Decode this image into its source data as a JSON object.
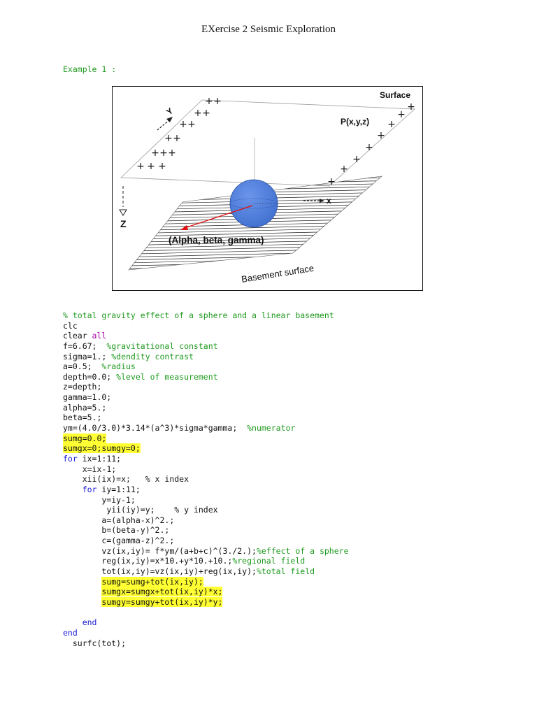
{
  "document": {
    "title": "EXercise 2 Seismic Exploration",
    "example_label": "Example 1 :"
  },
  "figure": {
    "surface_label": "Surface",
    "point_label": "P(x,y,z)",
    "y_axis_label": "Y",
    "x_axis_label": "x",
    "z_axis_label": "Z",
    "angles_label": "(Alpha, beta, gamma)",
    "basement_label": "Basement surface",
    "colors": {
      "sphere": "#4f7fe0",
      "arrow": "#e01010",
      "hatch": "#222222"
    }
  },
  "code": {
    "lines": [
      {
        "pre": "",
        "code": "",
        "kw": "",
        "str": "",
        "comment": "% total gravity effect of a sphere and a linear basement",
        "hl": false
      },
      {
        "pre": "",
        "code": "clc",
        "kw": "",
        "str": "",
        "comment": "",
        "hl": false
      },
      {
        "pre": "",
        "code": "clear ",
        "kw": "",
        "str": "all",
        "comment": "",
        "hl": false
      },
      {
        "pre": "",
        "code": "f=6.67;  ",
        "kw": "",
        "str": "",
        "comment": "%gravitational constant",
        "hl": false
      },
      {
        "pre": "",
        "code": "sigma=1.; ",
        "kw": "",
        "str": "",
        "comment": "%dendity contrast",
        "hl": false
      },
      {
        "pre": "",
        "code": "a=0.5;  ",
        "kw": "",
        "str": "",
        "comment": "%radius",
        "hl": false
      },
      {
        "pre": "",
        "code": "depth=0.0; ",
        "kw": "",
        "str": "",
        "comment": "%level of measurement",
        "hl": false
      },
      {
        "pre": "",
        "code": "z=depth;",
        "kw": "",
        "str": "",
        "comment": "",
        "hl": false
      },
      {
        "pre": "",
        "code": "gamma=1.0;",
        "kw": "",
        "str": "",
        "comment": "",
        "hl": false
      },
      {
        "pre": "",
        "code": "alpha=5.;",
        "kw": "",
        "str": "",
        "comment": "",
        "hl": false
      },
      {
        "pre": "",
        "code": "beta=5.;",
        "kw": "",
        "str": "",
        "comment": "",
        "hl": false
      },
      {
        "pre": "",
        "code": "ym=(4.0/3.0)*3.14*(a^3)*sigma*gamma;  ",
        "kw": "",
        "str": "",
        "comment": "%numerator",
        "hl": false
      },
      {
        "pre": "",
        "code": "sumg=0.0;",
        "kw": "",
        "str": "",
        "comment": "",
        "hl": true
      },
      {
        "pre": "",
        "code": "sumgx=0;sumgy=0;",
        "kw": "",
        "str": "",
        "comment": "",
        "hl": true
      },
      {
        "pre": "",
        "code": " ix=1:11;",
        "kw": "for",
        "str": "",
        "comment": "",
        "hl": false
      },
      {
        "pre": "    ",
        "code": "x=ix-1;",
        "kw": "",
        "str": "",
        "comment": "",
        "hl": false
      },
      {
        "pre": "    ",
        "code": "xii(ix)=x;   % x index",
        "kw": "",
        "str": "",
        "comment": "",
        "hl": false
      },
      {
        "pre": "    ",
        "code": " iy=1:11;",
        "kw": "for",
        "str": "",
        "comment": "",
        "hl": false
      },
      {
        "pre": "        ",
        "code": "y=iy-1;",
        "kw": "",
        "str": "",
        "comment": "",
        "hl": false
      },
      {
        "pre": "         ",
        "code": "yii(iy)=y;    % y index",
        "kw": "",
        "str": "",
        "comment": "",
        "hl": false
      },
      {
        "pre": "        ",
        "code": "a=(alpha-x)^2.;",
        "kw": "",
        "str": "",
        "comment": "",
        "hl": false
      },
      {
        "pre": "        ",
        "code": "b=(beta-y)^2.;",
        "kw": "",
        "str": "",
        "comment": "",
        "hl": false
      },
      {
        "pre": "        ",
        "code": "c=(gamma-z)^2.;",
        "kw": "",
        "str": "",
        "comment": "",
        "hl": false
      },
      {
        "pre": "        ",
        "code": "vz(ix,iy)= f*ym/(a+b+c)^(3./2.);",
        "kw": "",
        "str": "",
        "comment": "%effect of a sphere",
        "hl": false
      },
      {
        "pre": "        ",
        "code": "reg(ix,iy)=x*10.+y*10.+10.;",
        "kw": "",
        "str": "",
        "comment": "%regional field",
        "hl": false
      },
      {
        "pre": "        ",
        "code": "tot(ix,iy)=vz(ix,iy)+reg(ix,iy);",
        "kw": "",
        "str": "",
        "comment": "%total field",
        "hl": false
      },
      {
        "pre": "        ",
        "code": "sumg=sumg+tot(ix,iy);",
        "kw": "",
        "str": "",
        "comment": "",
        "hl": true
      },
      {
        "pre": "        ",
        "code": "sumgx=sumgx+tot(ix,iy)*x;",
        "kw": "",
        "str": "",
        "comment": "",
        "hl": true
      },
      {
        "pre": "        ",
        "code": "sumgy=sumgy+tot(ix,iy)*y;",
        "kw": "",
        "str": "",
        "comment": "",
        "hl": true
      },
      {
        "pre": "",
        "code": "",
        "kw": "",
        "str": "",
        "comment": "",
        "hl": false
      },
      {
        "pre": "    ",
        "code": "",
        "kw": "end",
        "str": "",
        "comment": "",
        "hl": false
      },
      {
        "pre": "",
        "code": "",
        "kw": "end",
        "str": "",
        "comment": "",
        "hl": false
      },
      {
        "pre": "  ",
        "code": "surfc(tot);",
        "kw": "",
        "str": "",
        "comment": "",
        "hl": false
      }
    ]
  }
}
